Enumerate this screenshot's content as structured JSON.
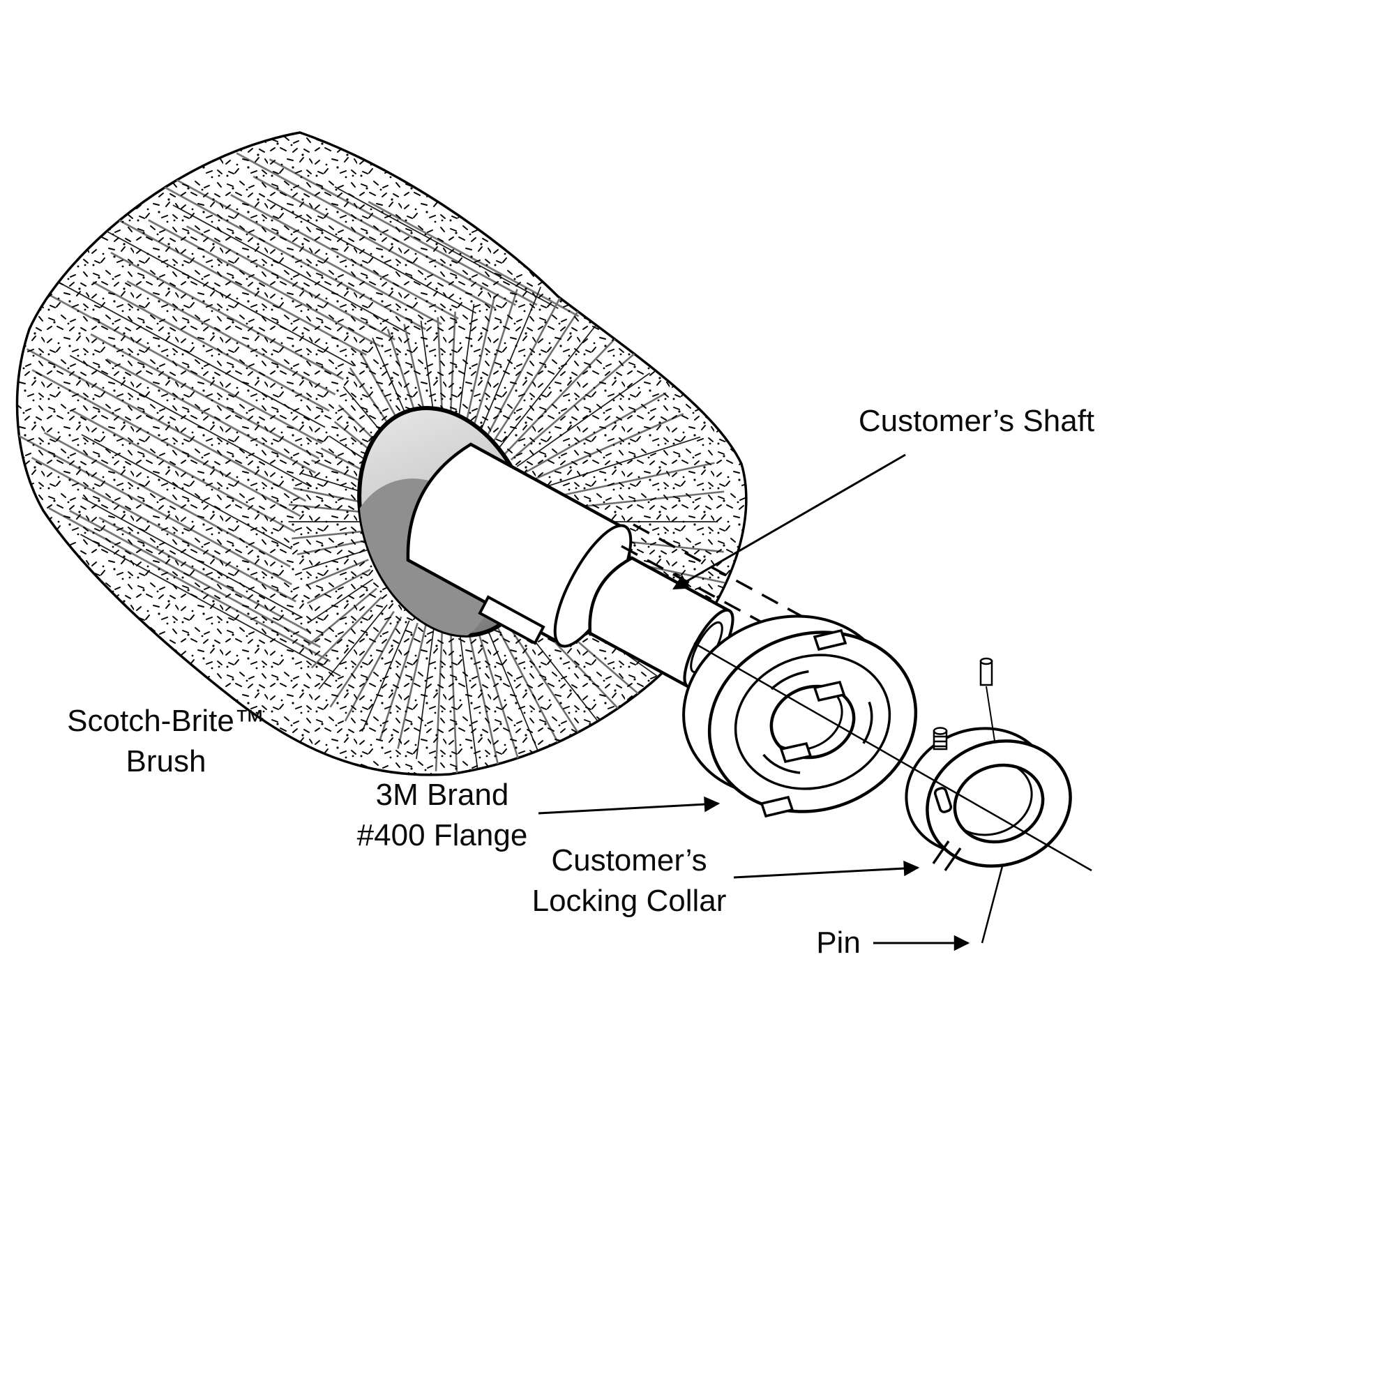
{
  "labels": {
    "shaft": "Customer’s Shaft",
    "brush_line1": "Scotch-Brite™",
    "brush_line2": "Brush",
    "flange_line1": "3M Brand",
    "flange_line2": "#400 Flange",
    "collar_line1": "Customer’s",
    "collar_line2": "Locking Collar",
    "pin": "Pin"
  },
  "colors": {
    "ink": "#000000",
    "flap_gray": "#6e6e6e",
    "background": "#ffffff"
  }
}
